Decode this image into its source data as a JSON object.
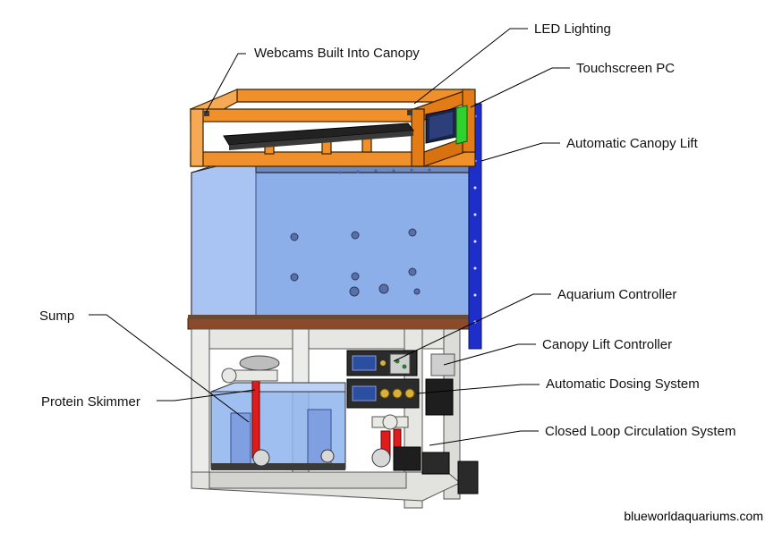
{
  "labels": {
    "webcams": "Webcams Built Into Canopy",
    "led": "LED Lighting",
    "touchscreen": "Touchscreen PC",
    "canopy_lift": "Automatic Canopy Lift",
    "aquarium_controller": "Aquarium Controller",
    "canopy_lift_controller": "Canopy Lift Controller",
    "dosing": "Automatic Dosing System",
    "closed_loop": "Closed Loop Circulation System",
    "sump": "Sump",
    "skimmer": "Protein Skimmer"
  },
  "credit": "blueworldaquariums.com",
  "colors": {
    "canopy_frame": "#f0902a",
    "tank_glass": "#8fb4ee",
    "tank_back": "#6e88c4",
    "stand": "#e6e6e2",
    "wood_top": "#8b4a2a",
    "lift_rail": "#1d2fc8",
    "screen_green": "#2ed12e",
    "pipe_red": "#e01b1b"
  }
}
